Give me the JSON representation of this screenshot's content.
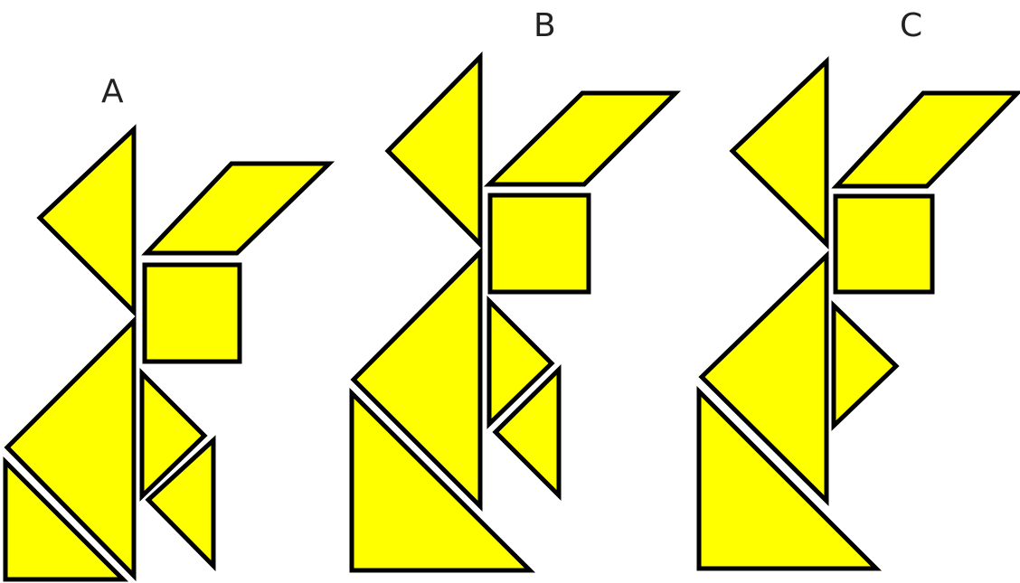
{
  "colors": {
    "fill": "#ffff00",
    "stroke": "#000000",
    "label": "#222222"
  },
  "figures": [
    {
      "label": "A"
    },
    {
      "label": "B"
    },
    {
      "label": "C"
    }
  ]
}
